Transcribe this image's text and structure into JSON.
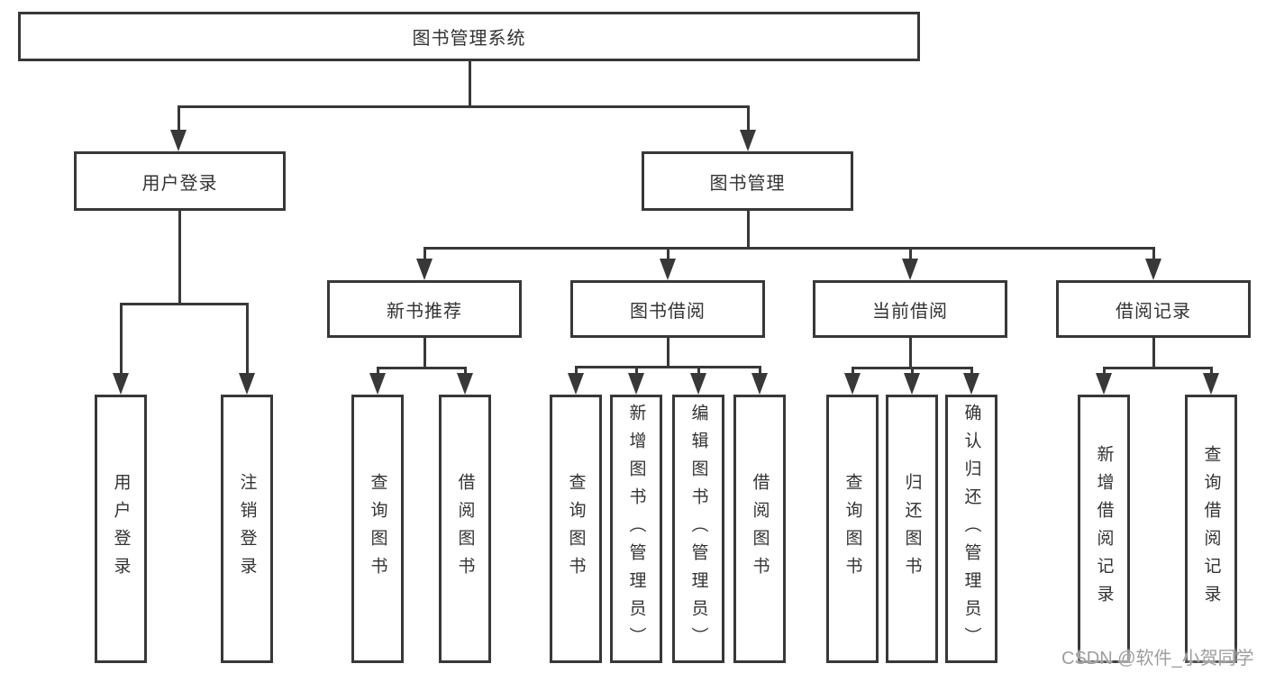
{
  "diagram": {
    "root": "图书管理系统",
    "level2": [
      "用户登录",
      "图书管理"
    ],
    "level3": [
      "新书推荐",
      "图书借阅",
      "当前借阅",
      "借阅记录"
    ],
    "leaves": [
      "用户登录",
      "注销登录",
      "查询图书",
      "借阅图书",
      "查询图书",
      "新增图书（管理员）",
      "编辑图书（管理员）",
      "借阅图书",
      "查询图书",
      "归还图书",
      "确认归还（管理员）",
      "新增借阅记录",
      "查询借阅记录"
    ],
    "watermark": "CSDN @软件_小贺同学",
    "colors": {
      "line": "#383838",
      "text": "#333333",
      "background": "#ffffff",
      "watermark": "#9e9e9e"
    }
  }
}
